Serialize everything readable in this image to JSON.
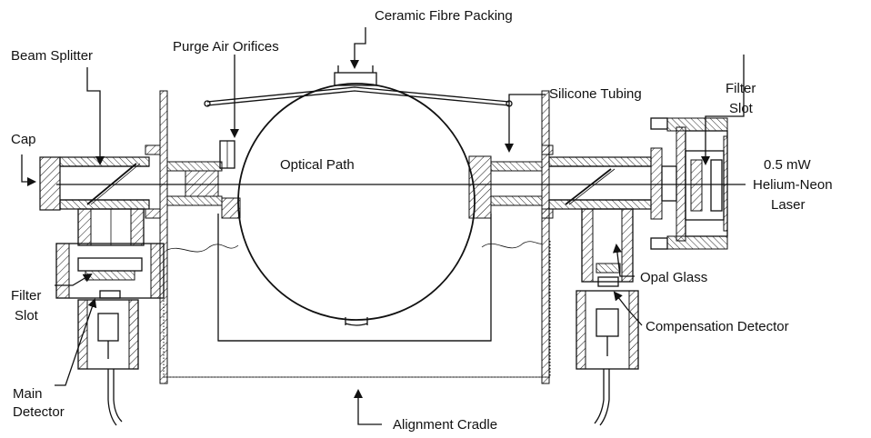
{
  "labels": {
    "ceramic_fibre_packing": "Ceramic Fibre Packing",
    "purge_air_orifices": "Purge Air Orifices",
    "beam_splitter": "Beam Splitter",
    "silicone_tubing": "Silicone Tubing",
    "filter_slot_right_1": "Filter",
    "filter_slot_right_2": "Slot",
    "cap": "Cap",
    "optical_path": "Optical Path",
    "laser_1": "0.5 mW",
    "laser_2": "Helium-Neon",
    "laser_3": "Laser",
    "opal_glass": "Opal Glass",
    "filter_slot_left_1": "Filter",
    "filter_slot_left_2": "Slot",
    "compensation_detector": "Compensation Detector",
    "main_detector_1": "Main",
    "main_detector_2": "Detector",
    "alignment_cradle": "Alignment Cradle"
  },
  "colors": {
    "ink": "#111111",
    "paper": "#ffffff"
  }
}
